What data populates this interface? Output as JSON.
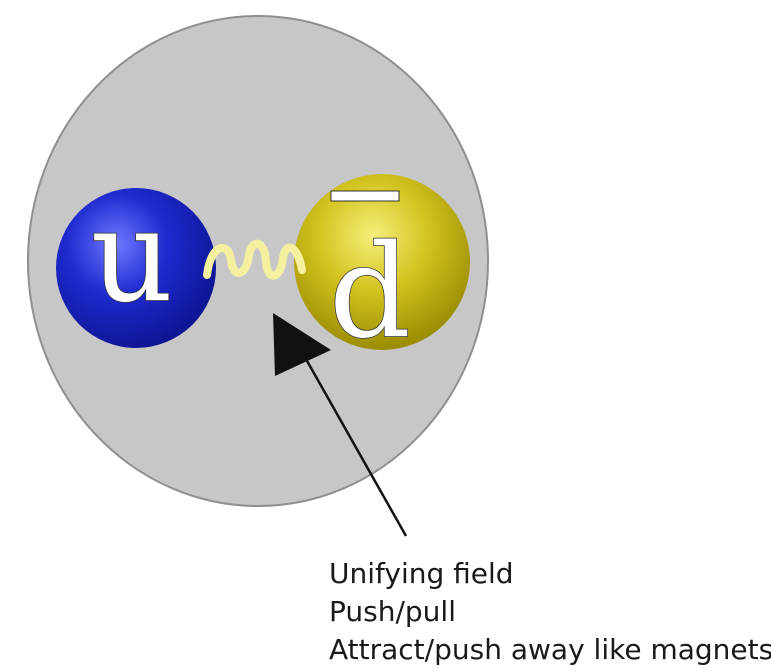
{
  "quarks": {
    "left": {
      "letter": "u",
      "color": "#1a24c8"
    },
    "right": {
      "letter": "d",
      "antiparticle_bar": true,
      "color": "#c3b61a"
    }
  },
  "hadron_color": "#c7c7c7",
  "gluon_color": "#f5f0a0",
  "arrow_color": "#111111",
  "annotation": {
    "lines": [
      "Unifying field",
      "Push/pull",
      "Attract/push away like magnets"
    ]
  }
}
